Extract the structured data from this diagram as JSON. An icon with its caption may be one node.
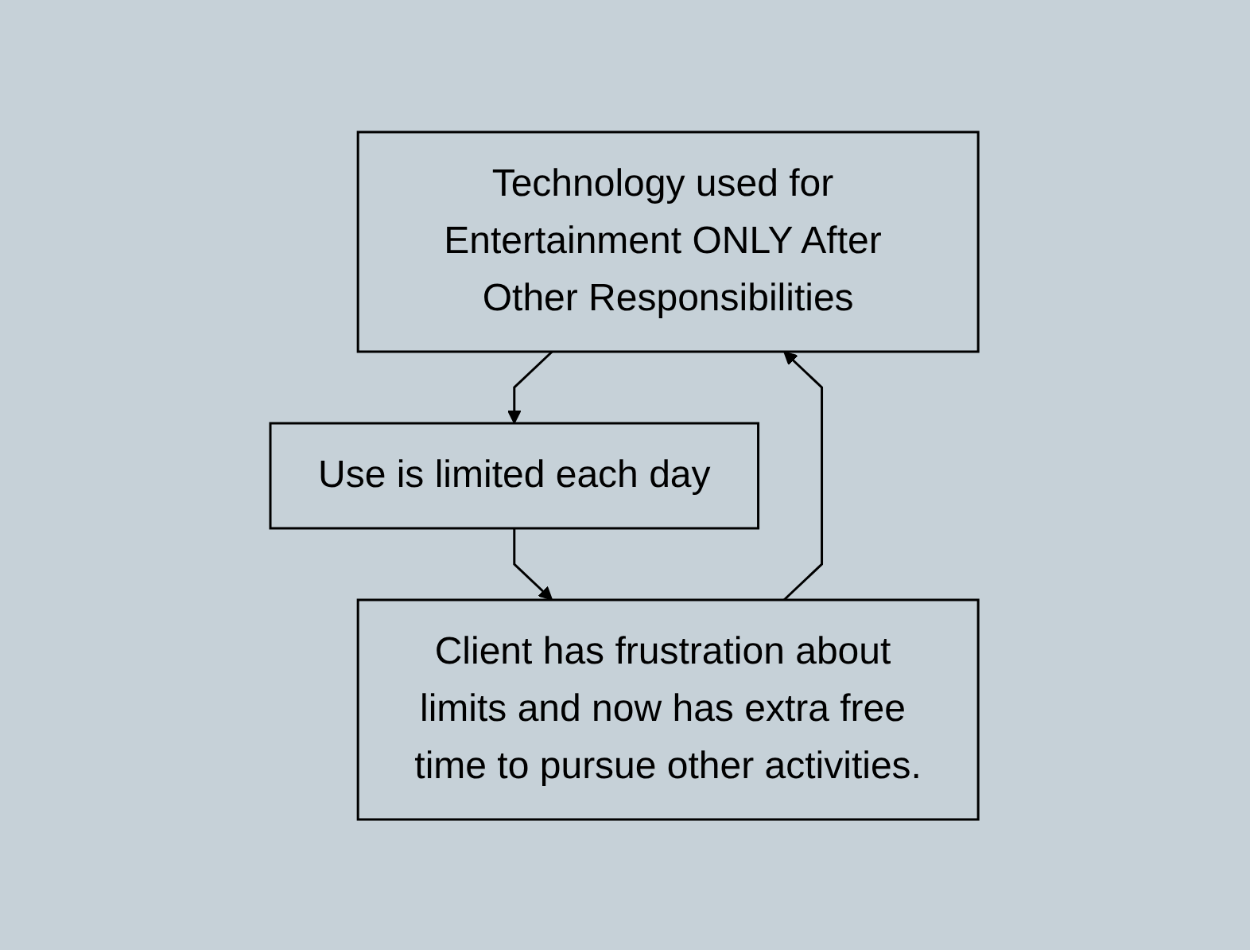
{
  "diagram": {
    "nodes": [
      {
        "text": [
          "Technology used for Entertainment ONLY After Other Responsibilities"
        ]
      },
      {
        "text": [
          "Use is limited each day"
        ]
      },
      {
        "text": [
          "Client has frustration about limits and now has extra free time to pursue other activities."
        ]
      }
    ],
    "edges": [
      {
        "from": 0,
        "to": 1,
        "arrow": "to"
      },
      {
        "from": 1,
        "to": 2,
        "arrow": "to"
      },
      {
        "from": 2,
        "to": 0,
        "arrow": "to"
      }
    ]
  }
}
